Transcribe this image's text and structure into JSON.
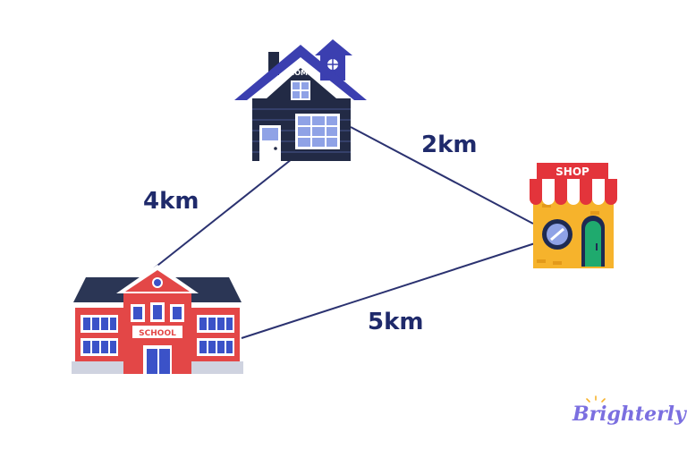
{
  "places": {
    "home": "HOME",
    "shop": "SHOP",
    "school": "SCHOOL"
  },
  "distances": {
    "home_shop": "2km",
    "home_school": "4km",
    "school_shop": "5km"
  },
  "brand": {
    "logo_text": "Brighterly"
  },
  "colors": {
    "line": "#2b3270",
    "distance_text": "#1f2a6b",
    "house_body": "#222a45",
    "house_roof": "#3b3fb0",
    "shop_wall": "#f6b32c",
    "shop_sign": "#e3343b",
    "school_wall": "#e34747",
    "school_roof": "#2b3655",
    "logo": "#7b6fe0"
  }
}
